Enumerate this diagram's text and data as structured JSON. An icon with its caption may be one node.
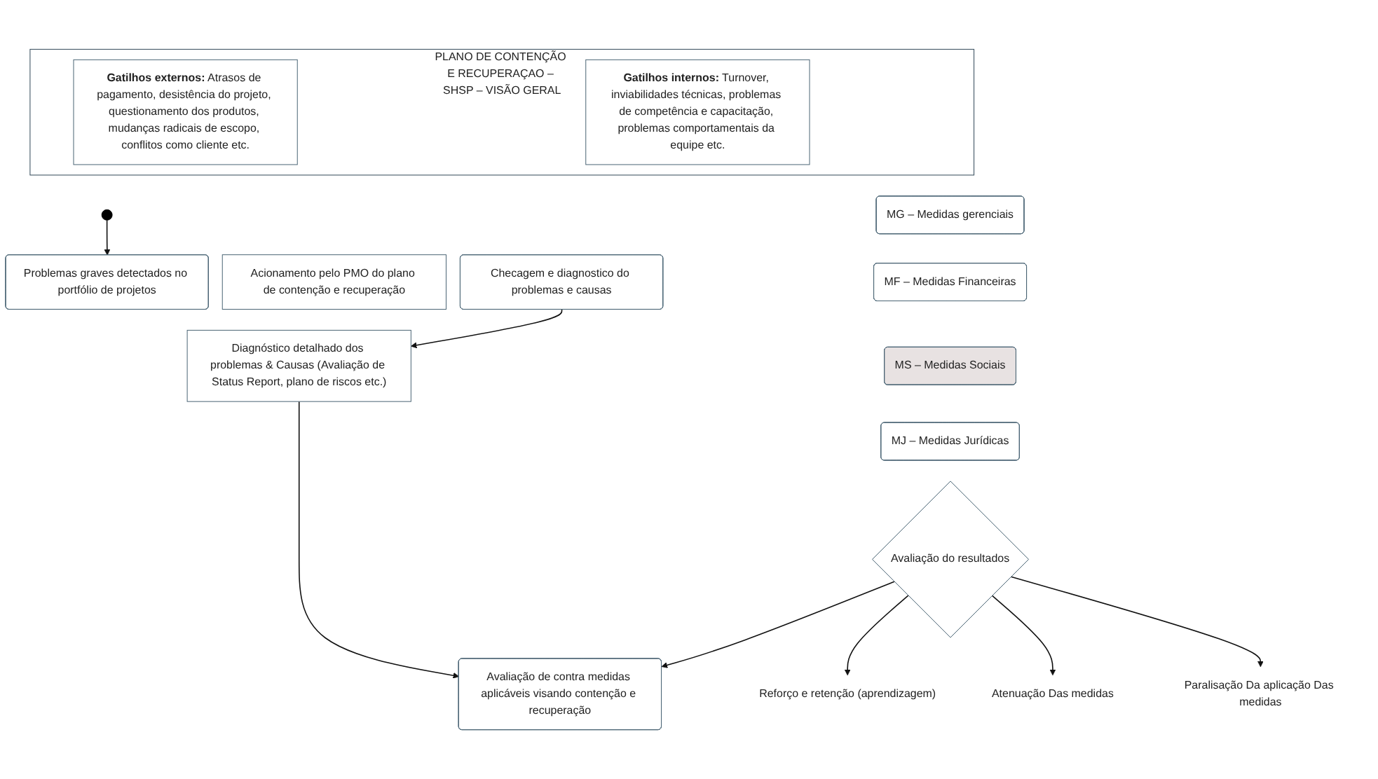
{
  "diagram": {
    "nodes": [
      {
        "text": [
          "PLANO DE CONTENÇÃO E RECUPERAÇAO – SHSP – VISÃO GERAL"
        ]
      },
      {
        "text": [
          "Gatilhos externos:",
          "Atrasos de pagamento, desistência do projeto, questionamento dos produtos, mudanças radicais de escopo, conflitos como cliente etc."
        ],
        "in": 0
      },
      {
        "text": [
          "Gatilhos internos:",
          "Turnover, inviabilidades técnicas, problemas de competência e capacitação, problemas comportamentais da equipe etc."
        ],
        "in": 0
      },
      {
        "text": [],
        "shape": "circle"
      },
      {
        "text": [
          "Problemas graves detectados no portfólio de projetos"
        ]
      },
      {
        "text": [
          "Acionamento pelo PMO do plano de contenção e recuperação"
        ]
      },
      {
        "text": [
          "Checagem e diagnostico do problemas e causas"
        ]
      },
      {
        "text": [
          "Avaliação de contra medidas aplicáveis visando contenção e recuperação"
        ]
      },
      {
        "text": [
          "MG – Medidas gerenciais"
        ]
      },
      {
        "text": [
          "MF – Medidas Financeiras"
        ]
      },
      {
        "text": [
          "MS – Medidas Sociais"
        ]
      },
      {
        "text": [
          "MJ – Medidas Jurídicas"
        ]
      },
      {
        "text": [
          "Diagnóstico detalhado dos problemas & Causas (Avaliação de Status Report, plano de riscos etc.)"
        ]
      },
      {
        "text": [
          "Avaliação do resultados"
        ]
      },
      {
        "text": [
          "Reforço e retenção (aprendizagem)"
        ]
      },
      {
        "text": [
          "Atenuação Das medidas"
        ]
      },
      {
        "text": [
          "Paralisação Da aplicação Das medidas"
        ]
      }
    ],
    "edges": [
      {
        "from": 3,
        "to": 4,
        "arrow": "to"
      },
      {
        "from": 6,
        "to": 12,
        "arrow": "to"
      },
      {
        "from": 12,
        "to": 7,
        "arrow": "to"
      },
      {
        "from": 13,
        "to": 7,
        "arrow": "to"
      },
      {
        "from": 13,
        "to": 14,
        "arrow": "to"
      },
      {
        "from": 13,
        "to": 15,
        "arrow": "to"
      },
      {
        "from": 13,
        "to": 16,
        "arrow": "to"
      }
    ]
  }
}
